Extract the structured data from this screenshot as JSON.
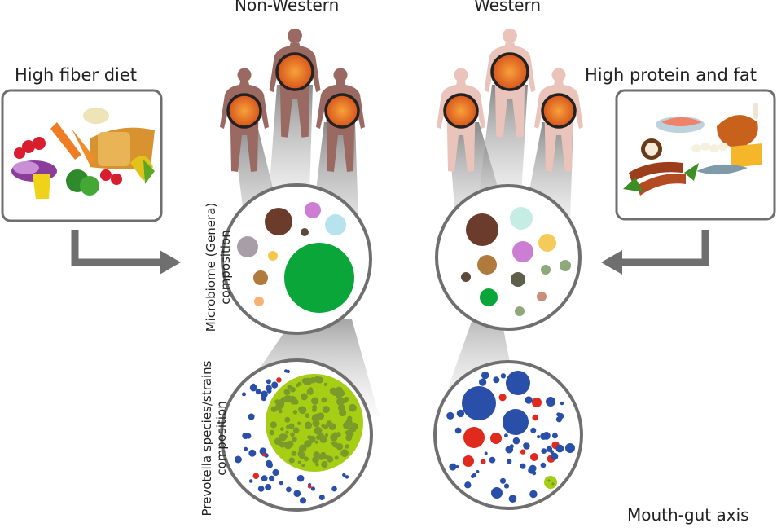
{
  "labels": {
    "non_western": "Non-Western",
    "western": "Western",
    "high_fiber": "High fiber diet",
    "high_protein": "High protein and fat",
    "microbiome_line1": "Microbiome (Genera)",
    "microbiome_line2": "composition",
    "prevotella_line1": "Prevotella species/strains",
    "prevotella_line2": "composition",
    "mouth_gut": "Mouth-gut axis"
  },
  "colors": {
    "prevotella_green": "#0aa63a",
    "lime": "#a6ce15",
    "blue": "#2a4fa8",
    "red": "#e02a1e",
    "human_nonwestern": "#9a6a62",
    "human_western": "#eac4bb",
    "frame": "#6f6f6f"
  },
  "icons": [
    "human-figure-icon",
    "gut-icon",
    "fiber-foods-icon",
    "protein-foods-icon",
    "arrow-icon"
  ]
}
